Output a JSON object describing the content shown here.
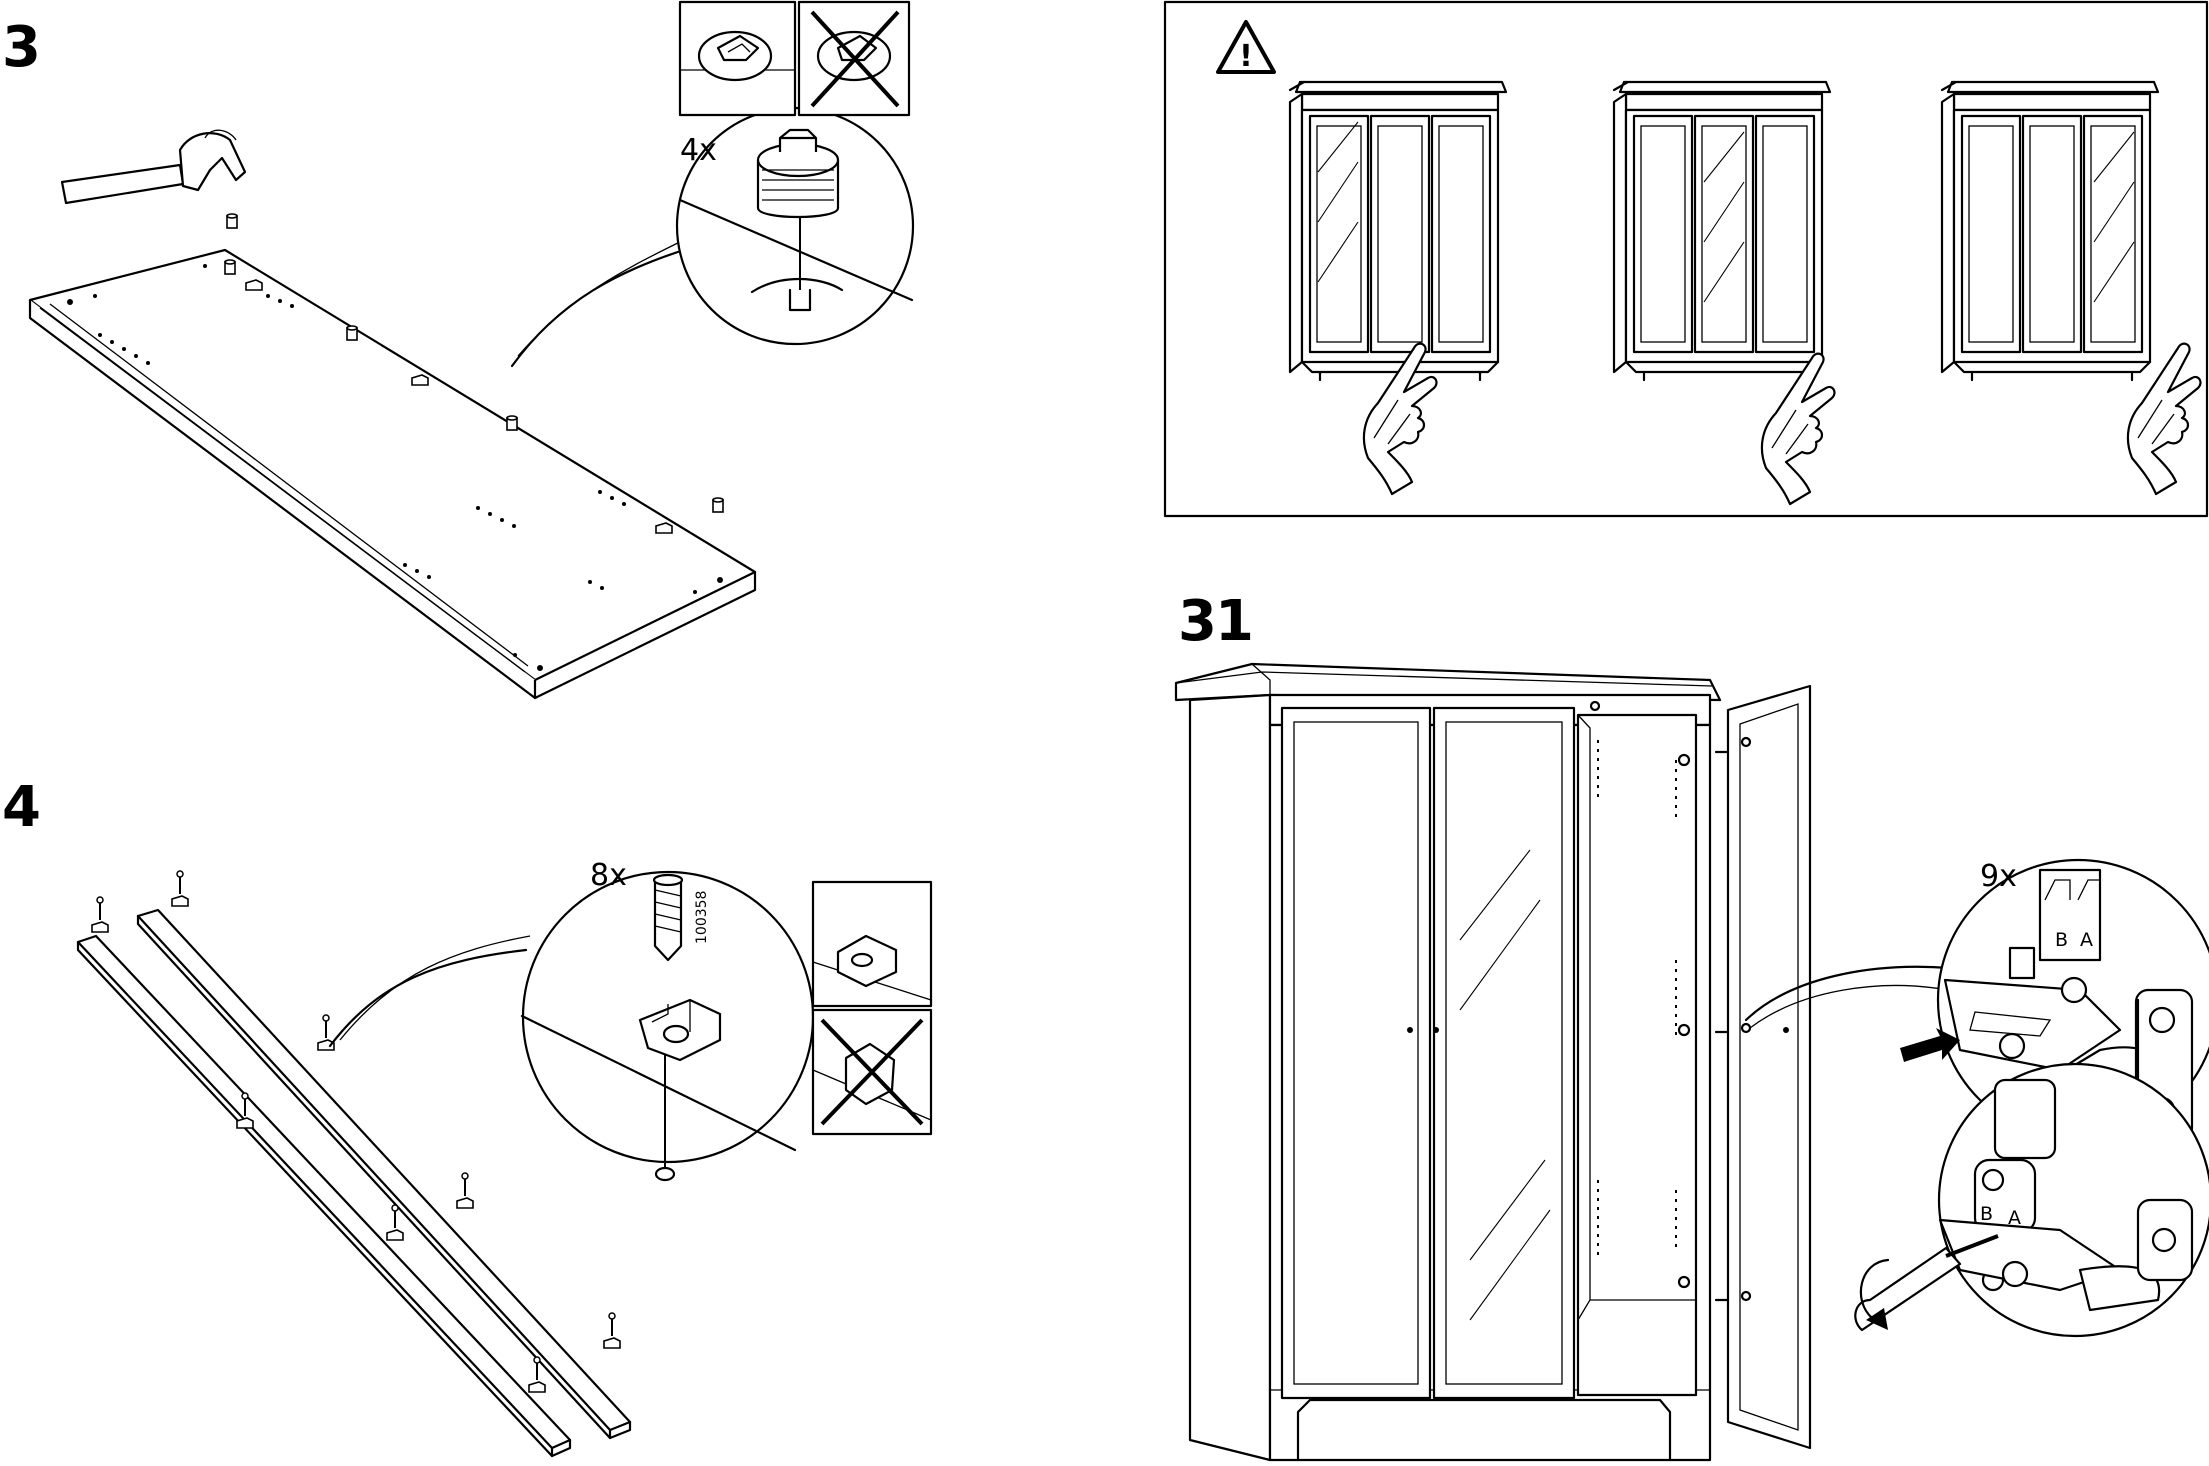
{
  "steps": {
    "step_3": {
      "number": "3",
      "quantity": "4x"
    },
    "step_4": {
      "number": "4",
      "quantity": "8x",
      "part_number": "100358"
    },
    "step_31": {
      "number": "31",
      "quantity": "9x",
      "hinge_label_b": "B",
      "hinge_label_a": "A"
    }
  },
  "warning_panel": {
    "icon": "warning-triangle-icon",
    "symbol": "!"
  },
  "colors": {
    "ink": "#000000",
    "paper": "#ffffff"
  }
}
